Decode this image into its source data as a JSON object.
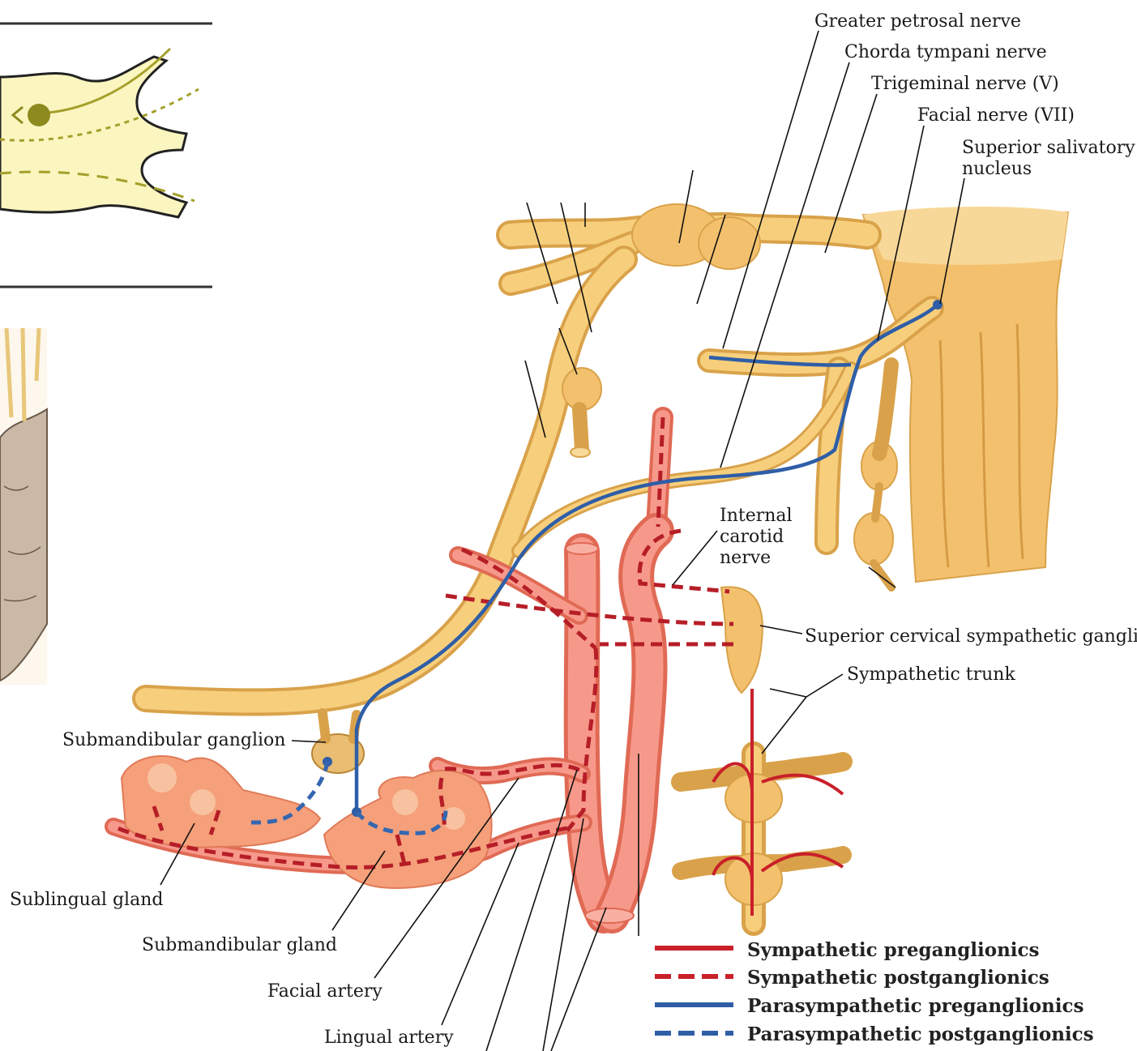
{
  "labels": {
    "greater_petrosal": "Greater petrosal nerve",
    "chorda_tympani": "Chorda tympani nerve",
    "trigeminal": "Trigeminal nerve (V)",
    "facial_nerve": "Facial nerve (VII)",
    "superior_salivatory_1": "Superior salivatory",
    "superior_salivatory_2": "nucleus",
    "internal_carotid_1": "Internal",
    "internal_carotid_2": "carotid",
    "internal_carotid_3": "nerve",
    "superior_cervical": "Superior cervical sympathetic ganglic",
    "sympathetic_trunk": "Sympathetic trunk",
    "submandibular_ganglion": "Submandibular ganglion",
    "sublingual_gland": "Sublingual gland",
    "submandibular_gland": "Submandibular gland",
    "facial_artery": "Facial artery",
    "lingual_artery": "Lingual artery"
  },
  "legend": [
    {
      "label": "Sympathetic preganglionics",
      "style": "solid",
      "color": "#c9202a"
    },
    {
      "label": "Sympathetic postganglionics",
      "style": "dashed",
      "color": "#c9202a"
    },
    {
      "label": "Parasympathetic preganglionics",
      "style": "solid",
      "color": "#2f5ea7"
    },
    {
      "label": "Parasympathetic postganglionics",
      "style": "dashed",
      "color": "#2f5ea7"
    }
  ],
  "colors": {
    "nerve": "#f0c070",
    "artery": "#f08a78",
    "gland": "#f5a07a",
    "inset_fill": "#fbf5c0"
  }
}
